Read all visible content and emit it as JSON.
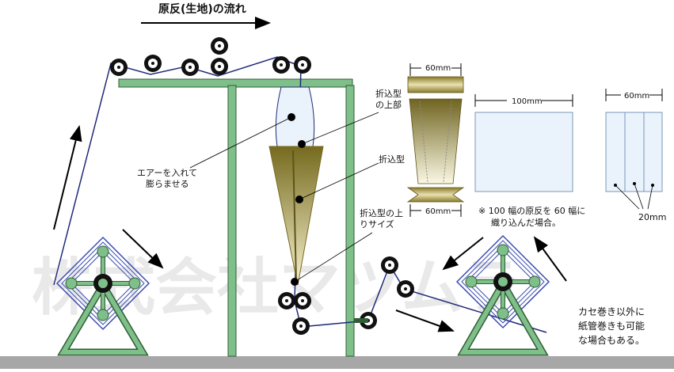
{
  "flow_title": "原反(生地)の流れ",
  "watermark": "株式会社マツムラ",
  "labels": {
    "air": [
      "エアーを入れて",
      "膨らませる"
    ],
    "folder_top": [
      "折込型",
      "の上部"
    ],
    "folder": "折込型",
    "folder_size": [
      "折込型の上",
      "りサイズ"
    ]
  },
  "dims": {
    "top_width": "60mm",
    "bottom_width": "60mm",
    "raw_width": "100mm",
    "folded_width": "60mm",
    "fold_gap": "20mm"
  },
  "note_fold": [
    "※ 100 幅の原反を 60 幅に",
    "織り込んだ場合。"
  ],
  "note_winding": [
    "カセ巻き以外に",
    "紙管巻きも可能",
    "な場合もある。"
  ],
  "colors": {
    "frame": "#7fbf8a",
    "frame_edge": "#2f5e35",
    "fabric": "#1f2a78",
    "reel_ring": "#3b4bb0",
    "balloon": "#eaf3fb",
    "folder_dark": "#7a6a1f",
    "folder_light": "#f6f0c8",
    "floor": "#a7a7a7"
  }
}
